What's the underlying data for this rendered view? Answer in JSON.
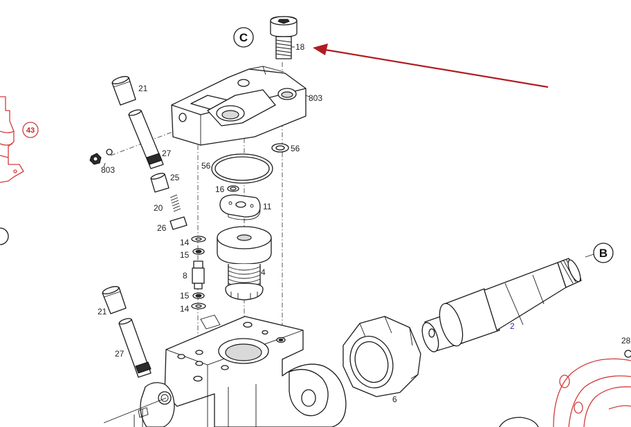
{
  "callouts": {
    "c": "C",
    "b": "B"
  },
  "labels": {
    "p18": "18",
    "p803_top": "803",
    "p21_top": "21",
    "p803_left": "803",
    "p27_top": "27",
    "p25": "25",
    "p20": "20",
    "p26": "26",
    "p56_right": "56",
    "p56_left": "56",
    "p16": "16",
    "p11": "11",
    "p4": "4",
    "p14_top": "14",
    "p15_top": "15",
    "p8": "8",
    "p15_bottom": "15",
    "p14_bottom": "14",
    "p21_bottom": "21",
    "p27_bottom": "27",
    "p6": "6",
    "p2": "2",
    "p43": "43",
    "p28": "28"
  },
  "colors": {
    "arrow": "#b01c22",
    "line_art": "#1a1a1a",
    "neighbor_parts": "#d23a3a",
    "shaft_label": "#2a2aa8"
  }
}
